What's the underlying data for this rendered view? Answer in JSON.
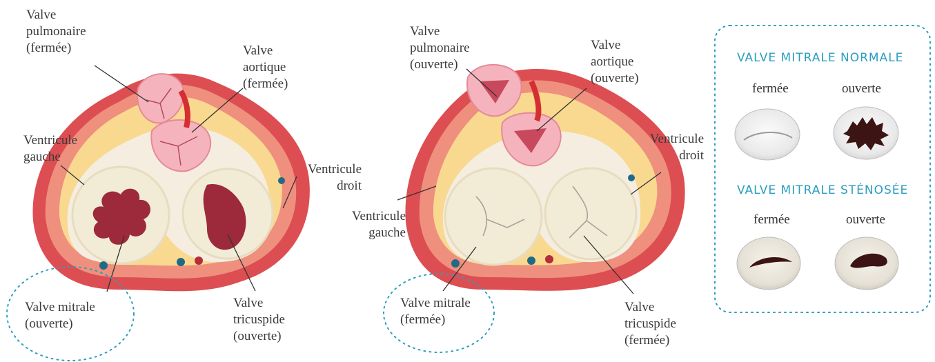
{
  "colors": {
    "heart_outer": "#dc4e52",
    "heart_mid": "#ef8f7e",
    "fat": "#f9d990",
    "chamber": "#f2ecd6",
    "valve_pink": "#f5b4bd",
    "valve_dark": "#9c2a3a",
    "accent_blue": "#2a9ec0",
    "label": "#3a3a3a"
  },
  "left_heart": {
    "labels": {
      "pulmonary": [
        "Valve",
        "pulmonaire",
        "(fermée)"
      ],
      "aortic": [
        "Valve",
        "aortique",
        "(fermée)"
      ],
      "left_ventricle": [
        "Ventricule",
        "gauche"
      ],
      "right_ventricle": [
        "Ventricule",
        "droit"
      ],
      "mitral": [
        "Valve mitrale",
        "(ouverte)"
      ],
      "tricuspid": [
        "Valve",
        "tricuspide",
        "(ouverte)"
      ]
    }
  },
  "right_heart": {
    "labels": {
      "pulmonary": [
        "Valve",
        "pulmonaire",
        "(ouverte)"
      ],
      "aortic": [
        "Valve",
        "aortique",
        "(ouverte)"
      ],
      "left_ventricle": [
        "Ventricule",
        "gauche"
      ],
      "right_ventricle": [
        "Ventricule",
        "droit"
      ],
      "mitral": [
        "Valve mitrale",
        "(fermée)"
      ],
      "tricuspid": [
        "Valve",
        "tricuspide",
        "(fermée)"
      ]
    }
  },
  "legend": {
    "normal_title": "VALVE MITRALE NORMALE",
    "normal_closed": "fermée",
    "normal_open": "ouverte",
    "stenotic_title": "VALVE MITRALE STÉNOSÉE",
    "stenotic_closed": "fermée",
    "stenotic_open": "ouverte"
  }
}
